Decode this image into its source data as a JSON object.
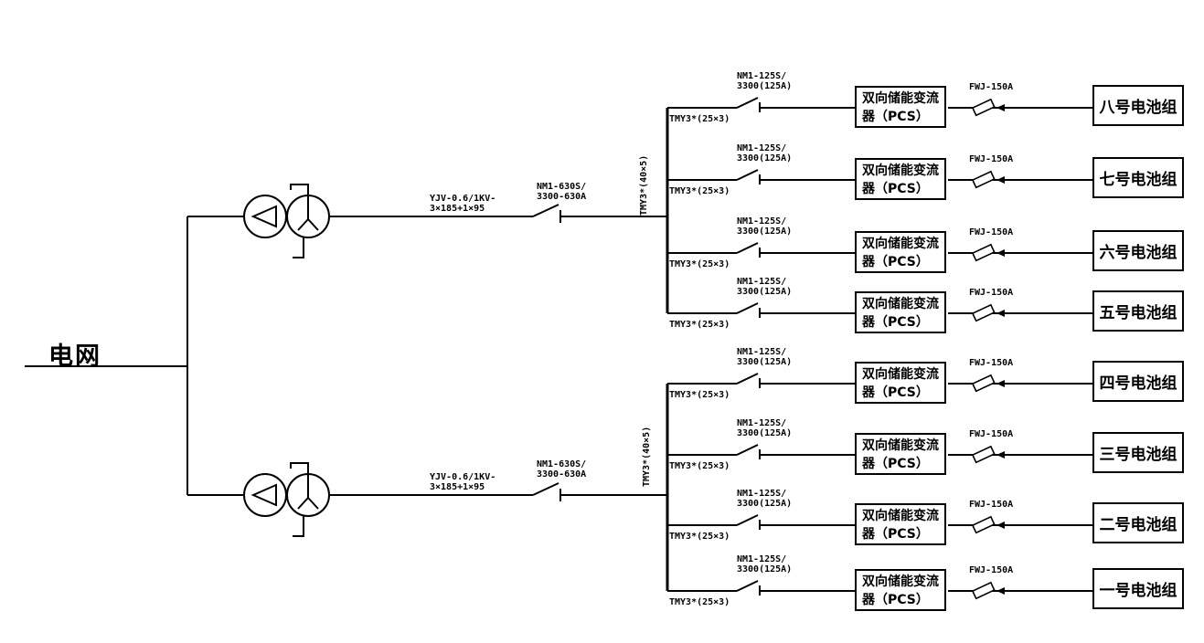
{
  "colors": {
    "background": "#ffffff",
    "line": "#000000"
  },
  "grid": {
    "label": "电网"
  },
  "feeders": [
    {
      "cable_line1": "YJV-0.6/1KV-",
      "cable_line2": "3×185+1×95",
      "breaker_line1": "NM1-630S/",
      "breaker_line2": "3300-630A",
      "bus_label": "TMY3*(40×5)"
    },
    {
      "cable_line1": "YJV-0.6/1KV-",
      "cable_line2": "3×185+1×95",
      "breaker_line1": "NM1-630S/",
      "breaker_line2": "3300-630A",
      "bus_label": "TMY3*(40×5)"
    }
  ],
  "branches": [
    {
      "breaker_line1": "NM1-125S/",
      "breaker_line2": "3300(125A)",
      "bus_label": "TMY3*(25×3)",
      "pcs_line1": "双向储能变流",
      "pcs_line2": "器（PCS）",
      "fuse_label": "FWJ-150A",
      "battery": "八号电池组"
    },
    {
      "breaker_line1": "NM1-125S/",
      "breaker_line2": "3300(125A)",
      "bus_label": "TMY3*(25×3)",
      "pcs_line1": "双向储能变流",
      "pcs_line2": "器（PCS）",
      "fuse_label": "FWJ-150A",
      "battery": "七号电池组"
    },
    {
      "breaker_line1": "NM1-125S/",
      "breaker_line2": "3300(125A)",
      "bus_label": "TMY3*(25×3)",
      "pcs_line1": "双向储能变流",
      "pcs_line2": "器（PCS）",
      "fuse_label": "FWJ-150A",
      "battery": "六号电池组"
    },
    {
      "breaker_line1": "NM1-125S/",
      "breaker_line2": "3300(125A)",
      "bus_label": "TMY3*(25×3)",
      "pcs_line1": "双向储能变流",
      "pcs_line2": "器（PCS）",
      "fuse_label": "FWJ-150A",
      "battery": "五号电池组"
    },
    {
      "breaker_line1": "NM1-125S/",
      "breaker_line2": "3300(125A)",
      "bus_label": "TMY3*(25×3)",
      "pcs_line1": "双向储能变流",
      "pcs_line2": "器（PCS）",
      "fuse_label": "FWJ-150A",
      "battery": "四号电池组"
    },
    {
      "breaker_line1": "NM1-125S/",
      "breaker_line2": "3300(125A)",
      "bus_label": "TMY3*(25×3)",
      "pcs_line1": "双向储能变流",
      "pcs_line2": "器（PCS）",
      "fuse_label": "FWJ-150A",
      "battery": "三号电池组"
    },
    {
      "breaker_line1": "NM1-125S/",
      "breaker_line2": "3300(125A)",
      "bus_label": "TMY3*(25×3)",
      "pcs_line1": "双向储能变流",
      "pcs_line2": "器（PCS）",
      "fuse_label": "FWJ-150A",
      "battery": "二号电池组"
    },
    {
      "breaker_line1": "NM1-125S/",
      "breaker_line2": "3300(125A)",
      "bus_label": "TMY3*(25×3)",
      "pcs_line1": "双向储能变流",
      "pcs_line2": "器（PCS）",
      "fuse_label": "FWJ-150A",
      "battery": "一号电池组"
    }
  ]
}
